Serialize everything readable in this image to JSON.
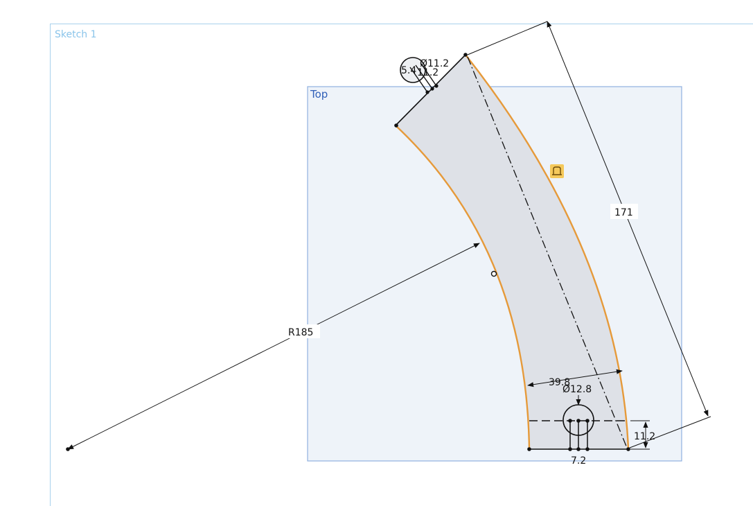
{
  "sketch": {
    "name": "Sketch 1"
  },
  "plane": {
    "name": "Top"
  },
  "dimensions": {
    "length": "171",
    "radius": "R185",
    "width": "39.8",
    "hole_bottom_dia": "Ø12.8",
    "hole_top_dia": "Ø11.2",
    "top_small_1": "5.4",
    "top_small_2": "11.2",
    "bottom_offset": "11.2",
    "bottom_width": "7.2"
  },
  "colors": {
    "frame": "#a8d0ec",
    "plane_fill": "#eef3f9",
    "plane_border": "#8fb0df",
    "profile_fill": "#dee1e7",
    "arc": "#e69a3a",
    "line": "#111111",
    "constraint_icon_bg": "#f5c95b"
  },
  "icons": {
    "constraint": "tangent-constraint-icon"
  }
}
